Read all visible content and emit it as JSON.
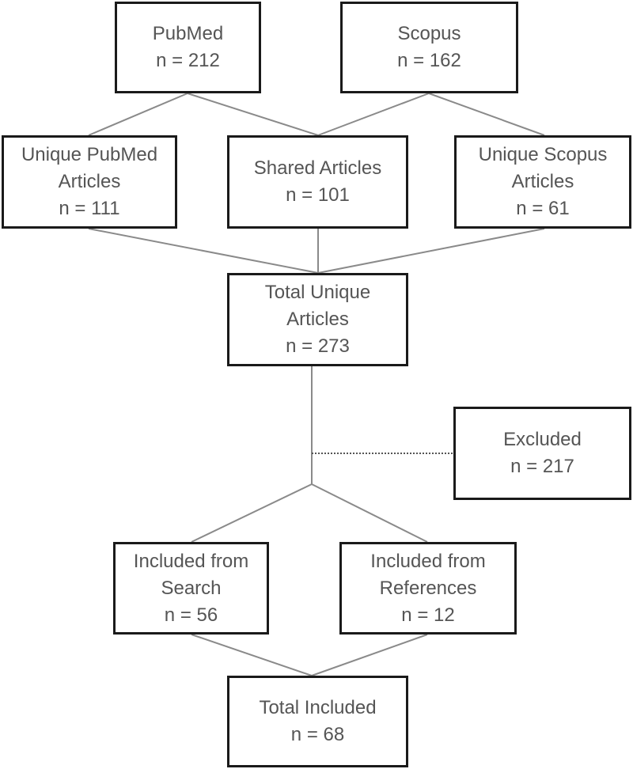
{
  "boxes": {
    "pubmed": {
      "title": "PubMed",
      "count": "n = 212"
    },
    "scopus": {
      "title": "Scopus",
      "count": "n = 162"
    },
    "unique_pubmed": {
      "line1": "Unique PubMed",
      "line2": "Articles",
      "count": "n = 111"
    },
    "shared": {
      "title": "Shared Articles",
      "count": "n = 101"
    },
    "unique_scopus": {
      "line1": "Unique Scopus",
      "line2": "Articles",
      "count": "n = 61"
    },
    "total_unique": {
      "line1": "Total Unique",
      "line2": "Articles",
      "count": "n = 273"
    },
    "excluded": {
      "title": "Excluded",
      "count": "n = 217"
    },
    "included_search": {
      "line1": "Included from",
      "line2": "Search",
      "count": "n = 56"
    },
    "included_refs": {
      "line1": "Included from",
      "line2": "References",
      "count": "n = 12"
    },
    "total_included": {
      "title": "Total Included",
      "count": "n = 68"
    }
  },
  "colors": {
    "box_border": "#1a1a1a",
    "connector": "#8a8a8a",
    "text": "#555555"
  }
}
